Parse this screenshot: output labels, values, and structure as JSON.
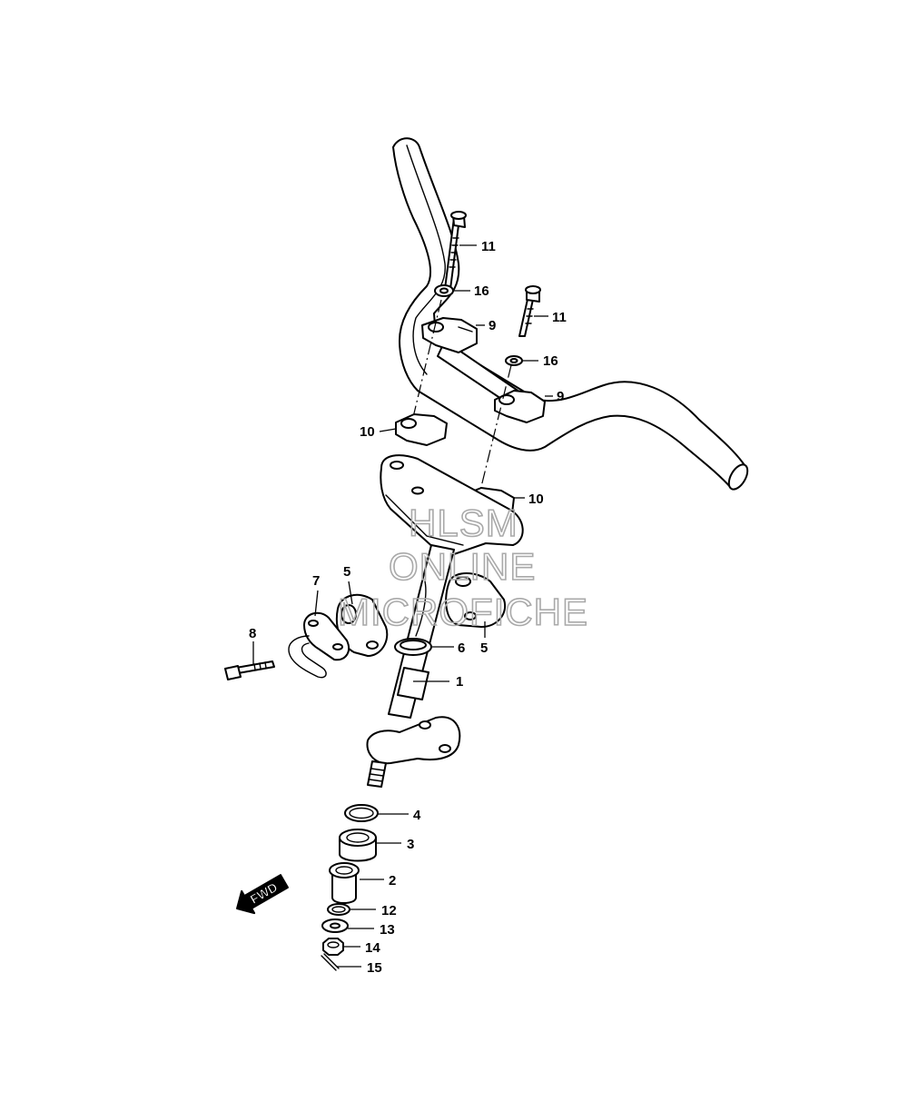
{
  "diagram": {
    "callouts": [
      {
        "id": "c1",
        "label": "1"
      },
      {
        "id": "c2",
        "label": "2"
      },
      {
        "id": "c3",
        "label": "3"
      },
      {
        "id": "c4",
        "label": "4"
      },
      {
        "id": "c5a",
        "label": "5"
      },
      {
        "id": "c5b",
        "label": "5"
      },
      {
        "id": "c6",
        "label": "6"
      },
      {
        "id": "c7",
        "label": "7"
      },
      {
        "id": "c8",
        "label": "8"
      },
      {
        "id": "c9a",
        "label": "9"
      },
      {
        "id": "c9b",
        "label": "9"
      },
      {
        "id": "c10a",
        "label": "10"
      },
      {
        "id": "c10b",
        "label": "10"
      },
      {
        "id": "c11a",
        "label": "11"
      },
      {
        "id": "c11b",
        "label": "11"
      },
      {
        "id": "c12",
        "label": "12"
      },
      {
        "id": "c13",
        "label": "13"
      },
      {
        "id": "c14",
        "label": "14"
      },
      {
        "id": "c15",
        "label": "15"
      },
      {
        "id": "c16a",
        "label": "16"
      },
      {
        "id": "c16b",
        "label": "16"
      }
    ],
    "direction_badge": "FWD",
    "watermark": {
      "line1": "HLSM",
      "line2": "ONLINE",
      "line3": "MICROFICHE"
    }
  }
}
